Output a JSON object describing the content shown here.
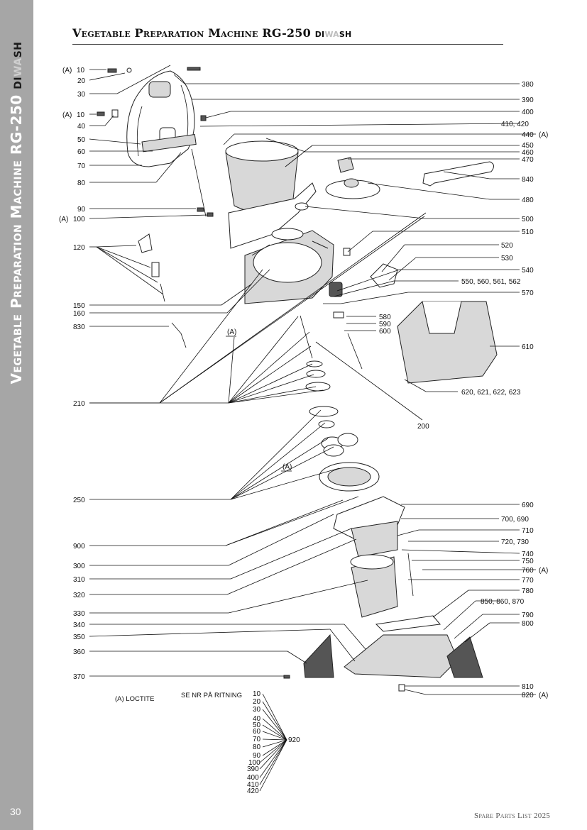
{
  "header": {
    "title": "Vegetable Preparation Machine RG-250",
    "brand_di": "di",
    "brand_wa": "wa",
    "brand_sh": "sh"
  },
  "sidebar": {
    "title": "Vegetable Preparation Machine  RG-250",
    "brand_di": "di",
    "brand_wa": "wa",
    "brand_sh": "sh"
  },
  "page_number": "30",
  "footer": "Spare Parts List 2025",
  "notes": {
    "loctite": "(A)  LOCTITE",
    "swedish": "SE  NR  PÅ  RITNING",
    "diagram_a1": "(A)",
    "diagram_a2": "(A)"
  },
  "callouts_left": [
    {
      "prefix": "(A)",
      "label": "10"
    },
    {
      "prefix": "",
      "label": "20"
    },
    {
      "prefix": "",
      "label": "30"
    },
    {
      "prefix": "(A)",
      "label": "10"
    },
    {
      "prefix": "",
      "label": "40"
    },
    {
      "prefix": "",
      "label": "50"
    },
    {
      "prefix": "",
      "label": "60"
    },
    {
      "prefix": "",
      "label": "70"
    },
    {
      "prefix": "",
      "label": "80"
    },
    {
      "prefix": "",
      "label": "90"
    },
    {
      "prefix": "(A)",
      "label": "100"
    },
    {
      "prefix": "",
      "label": "120"
    },
    {
      "prefix": "",
      "label": "150"
    },
    {
      "prefix": "",
      "label": "160"
    },
    {
      "prefix": "",
      "label": "830"
    },
    {
      "prefix": "",
      "label": "210"
    },
    {
      "prefix": "",
      "label": "250"
    },
    {
      "prefix": "",
      "label": "900"
    },
    {
      "prefix": "",
      "label": "300"
    },
    {
      "prefix": "",
      "label": "310"
    },
    {
      "prefix": "",
      "label": "320"
    },
    {
      "prefix": "",
      "label": "330"
    },
    {
      "prefix": "",
      "label": "340"
    },
    {
      "prefix": "",
      "label": "350"
    },
    {
      "prefix": "",
      "label": "360"
    },
    {
      "prefix": "",
      "label": "370"
    }
  ],
  "callouts_right": [
    {
      "label": "380",
      "suffix": ""
    },
    {
      "label": "390",
      "suffix": ""
    },
    {
      "label": "400",
      "suffix": ""
    },
    {
      "label": "410, 420",
      "suffix": ""
    },
    {
      "label": "440",
      "suffix": "(A)"
    },
    {
      "label": "450",
      "suffix": ""
    },
    {
      "label": "460",
      "suffix": ""
    },
    {
      "label": "470",
      "suffix": ""
    },
    {
      "label": "840",
      "suffix": ""
    },
    {
      "label": "480",
      "suffix": ""
    },
    {
      "label": "500",
      "suffix": ""
    },
    {
      "label": "510",
      "suffix": ""
    },
    {
      "label": "520",
      "suffix": ""
    },
    {
      "label": "530",
      "suffix": ""
    },
    {
      "label": "540",
      "suffix": ""
    },
    {
      "label": "550, 560, 561, 562",
      "suffix": ""
    },
    {
      "label": "570",
      "suffix": ""
    },
    {
      "label": "580",
      "suffix": ""
    },
    {
      "label": "590",
      "suffix": ""
    },
    {
      "label": "600",
      "suffix": ""
    },
    {
      "label": "610",
      "suffix": ""
    },
    {
      "label": "620, 621, 622, 623",
      "suffix": ""
    },
    {
      "label": "200",
      "suffix": ""
    },
    {
      "label": "690",
      "suffix": ""
    },
    {
      "label": "700, 690",
      "suffix": ""
    },
    {
      "label": "710",
      "suffix": ""
    },
    {
      "label": "720, 730",
      "suffix": ""
    },
    {
      "label": "740",
      "suffix": ""
    },
    {
      "label": "750",
      "suffix": ""
    },
    {
      "label": "760",
      "suffix": "(A)"
    },
    {
      "label": "770",
      "suffix": ""
    },
    {
      "label": "780",
      "suffix": ""
    },
    {
      "label": "850, 860, 870",
      "suffix": ""
    },
    {
      "label": "790",
      "suffix": ""
    },
    {
      "label": "800",
      "suffix": ""
    },
    {
      "label": "810",
      "suffix": ""
    },
    {
      "label": "820",
      "suffix": "(A)"
    }
  ],
  "kit": {
    "label": "920",
    "items": [
      "10",
      "20",
      "30",
      "40",
      "50",
      "60",
      "70",
      "80",
      "90",
      "100",
      "390",
      "400",
      "410",
      "420"
    ]
  }
}
